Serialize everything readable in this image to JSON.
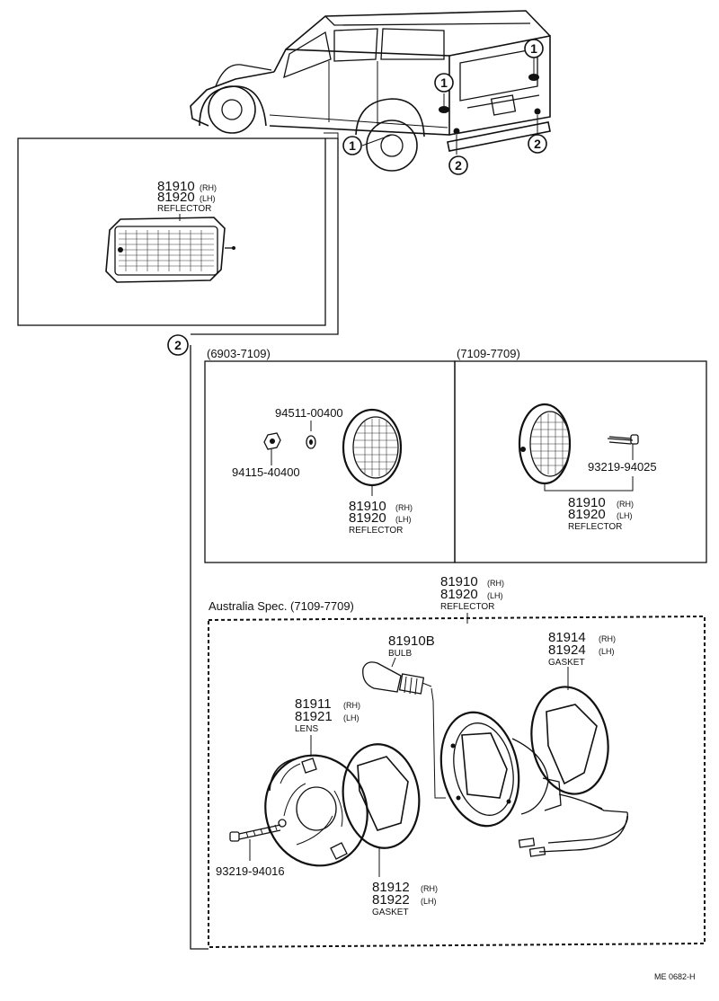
{
  "callouts": {
    "one": "1",
    "two": "2"
  },
  "reflector_box": {
    "rh": "81910",
    "rh_side": "(RH)",
    "lh": "81920",
    "lh_side": "(LH)",
    "name": "REFLECTOR"
  },
  "section_a": {
    "date_range": "(6903-7109)",
    "bolt_part": "94511-00400",
    "nut_part": "94115-40400",
    "rh": "81910",
    "rh_side": "(RH)",
    "lh": "81920",
    "lh_side": "(LH)",
    "name": "REFLECTOR"
  },
  "section_b": {
    "date_range": "(7109-7709)",
    "screw_part": "93219-94025",
    "rh": "81910",
    "rh_side": "(RH)",
    "lh": "81920",
    "lh_side": "(LH)",
    "name": "REFLECTOR"
  },
  "australia": {
    "heading": "Australia  Spec. (7109-7709)",
    "reflector": {
      "rh": "81910",
      "rh_side": "(RH)",
      "lh": "81920",
      "lh_side": "(LH)",
      "name": "REFLECTOR"
    },
    "bulb": {
      "part": "81910B",
      "name": "BULB"
    },
    "gasket_rear": {
      "rh": "81914",
      "rh_side": "(RH)",
      "lh": "81924",
      "lh_side": "(LH)",
      "name": "GASKET"
    },
    "lens": {
      "rh": "81911",
      "rh_side": "(RH)",
      "lh": "81921",
      "lh_side": "(LH)",
      "name": "LENS"
    },
    "screw_part": "93219-94016",
    "gasket_front": {
      "rh": "81912",
      "rh_side": "(RH)",
      "lh": "81922",
      "lh_side": "(LH)",
      "name": "GASKET"
    }
  },
  "figure_code": "ME  0682-H"
}
